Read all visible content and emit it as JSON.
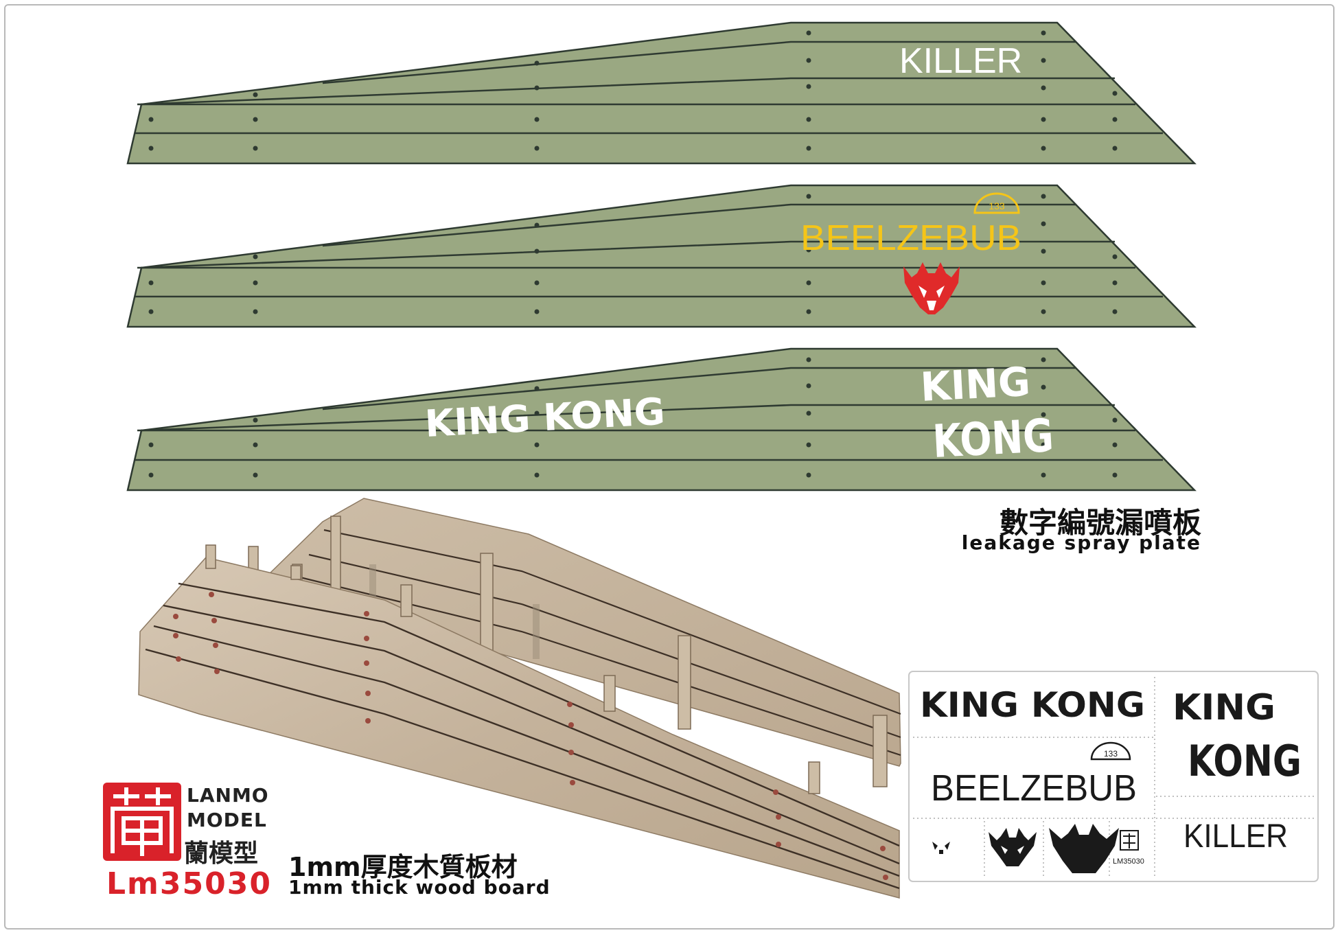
{
  "panels": [
    {
      "name": "killer",
      "label": "KILLER",
      "label_color": "#ffffff"
    },
    {
      "name": "beelzebub",
      "label": "BEELZEBUB",
      "badge": "133",
      "label_color": "#f5c518",
      "emblem_color": "#e02a2a"
    },
    {
      "name": "king-kong",
      "label_long": "KING KONG",
      "label_stack_1": "KING",
      "label_stack_2": "KONG",
      "label_color": "#ffffff"
    }
  ],
  "colors": {
    "panel_green": "#9aa882",
    "panel_line": "#2e3a31",
    "wood": "#c9b8a2",
    "brand_red": "#d9222a"
  },
  "spray_plate_title_zh": "數字編號漏噴板",
  "spray_plate_title_en": "leakage spray plate",
  "stencil_sheet": {
    "king_kong": "KING KONG",
    "king": "KING",
    "kong": "KONG",
    "beelzebub": "BEELZEBUB",
    "badge": "133",
    "killer": "KILLER",
    "mini_code": "LM35030"
  },
  "brand": {
    "line1": "LANMO",
    "line2": "MODEL",
    "zh": "蘭模型",
    "code": "Lm35030"
  },
  "wood_title_zh": "1mm厚度木質板材",
  "wood_title_en": "1mm thick wood board"
}
